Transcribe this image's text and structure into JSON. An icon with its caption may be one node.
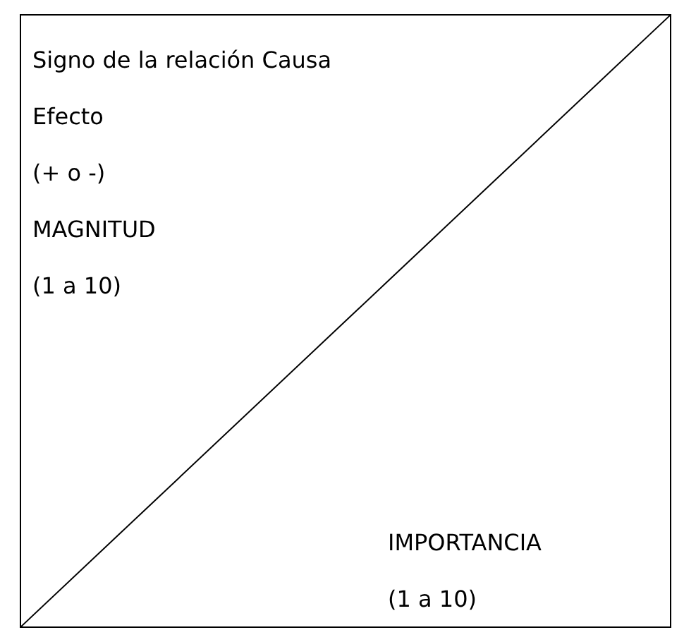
{
  "diagram": {
    "nodes": [
      {
        "text": [
          "Signo de la relación Causa Efecto",
          "(+ o -)",
          "MAGNITUD",
          "(1 a 10)",
          "IMPORTANCIA",
          "(1 a 10)"
        ]
      }
    ]
  }
}
